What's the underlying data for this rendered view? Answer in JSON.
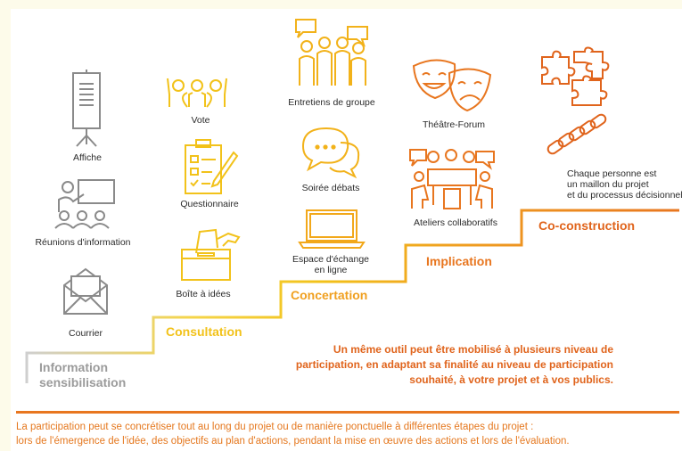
{
  "levels": {
    "information": "Information sensibilisation",
    "information_line1": "Information",
    "information_line2": "sensibilisation",
    "consultation": "Consultation",
    "concertation": "Concertation",
    "implication": "Implication",
    "coconstruction": "Co-construction"
  },
  "tools": {
    "affiche": "Affiche",
    "reunions": "Réunions d'information",
    "courrier": "Courrier",
    "vote": "Vote",
    "questionnaire": "Questionnaire",
    "boite": "Boîte à idées",
    "entretiens": "Entretiens de groupe",
    "soiree": "Soirée débats",
    "espace_line1": "Espace d'échange",
    "espace_line2": "en ligne",
    "theatre": "Théâtre-Forum",
    "ateliers": "Ateliers collaboratifs",
    "chaque_line1": "Chaque personne est",
    "chaque_line2": "un maillon du projet",
    "chaque_line3": "et du processus décisionnel"
  },
  "note": {
    "line1": "Un même outil peut être mobilisé à plusieurs niveau de",
    "line2": "participation, en adaptant sa finalité au niveau de participation",
    "line3": "souhaité, à votre projet et à vos publics."
  },
  "footer": {
    "line1": "La participation peut se concrétiser tout au long du projet ou de manière ponctuelle à différentes étapes du projet :",
    "line2": "lors de l'émergence de l'idée, des objectifs au plan d'actions, pendant la mise en œuvre des actions et lors de l'évaluation."
  },
  "colors": {
    "gray": "#9b9b9b",
    "yellow": "#f2c21a",
    "orange_light": "#f0a020",
    "orange": "#e8761f",
    "orange_dark": "#e0641c"
  },
  "icons": [
    "flipchart-icon",
    "presentation-icon",
    "envelope-icon",
    "hands-up-icon",
    "checklist-icon",
    "ballot-box-icon",
    "group-talk-icon",
    "chat-bubbles-icon",
    "laptop-icon",
    "theatre-masks-icon",
    "workshop-table-icon",
    "puzzle-icon",
    "chain-icon"
  ]
}
